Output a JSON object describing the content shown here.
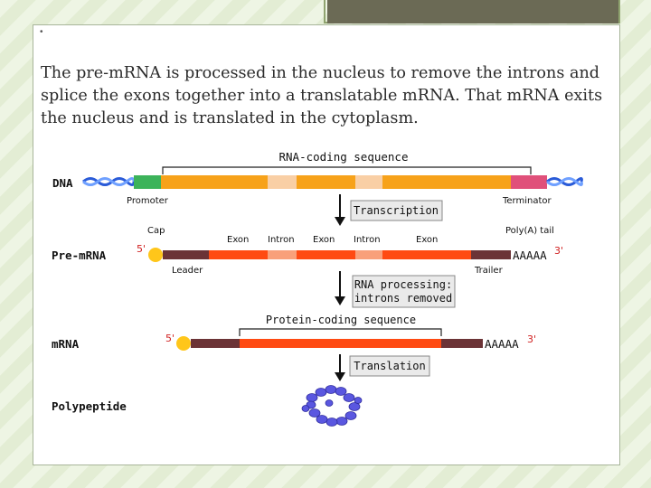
{
  "slide": {
    "bullet": "•",
    "paragraph": "The pre-mRNA is processed in the nucleus to remove the introns and splice the exons together into a translatable mRNA. That mRNA exits the nucleus and is translated in the cytoplasm."
  },
  "diagram": {
    "rna_coding_sequence": "RNA-coding sequence",
    "protein_coding_sequence": "Protein-coding sequence",
    "rows": {
      "dna": "DNA",
      "pre_mrna": "Pre-mRNA",
      "mrna": "mRNA",
      "polypeptide": "Polypeptide"
    },
    "labels": {
      "promoter": "Promoter",
      "terminator": "Terminator",
      "cap": "Cap",
      "poly_a_tail": "Poly(A) tail",
      "leader": "Leader",
      "trailer": "Trailer",
      "exon": "Exon",
      "intron": "Intron",
      "five_prime": "5'",
      "three_prime": "3'",
      "poly_a": "AAAAA"
    },
    "steps": {
      "transcription": "Transcription",
      "rna_processing_line1": "RNA processing:",
      "rna_processing_line2": "introns removed",
      "translation": "Translation"
    },
    "colors": {
      "exon_orange": "#f7a21a",
      "intron_light": "#f9cfa5",
      "pre_mrna_red": "#ff4a12",
      "utr_brown": "#6b3336",
      "promoter_green": "#3cb35a",
      "terminator_pink": "#e0507a",
      "cap_yellow": "#ffc61a",
      "dna_blue": "#2a5bd8",
      "polypeptide_blue": "#5a57e0"
    }
  }
}
